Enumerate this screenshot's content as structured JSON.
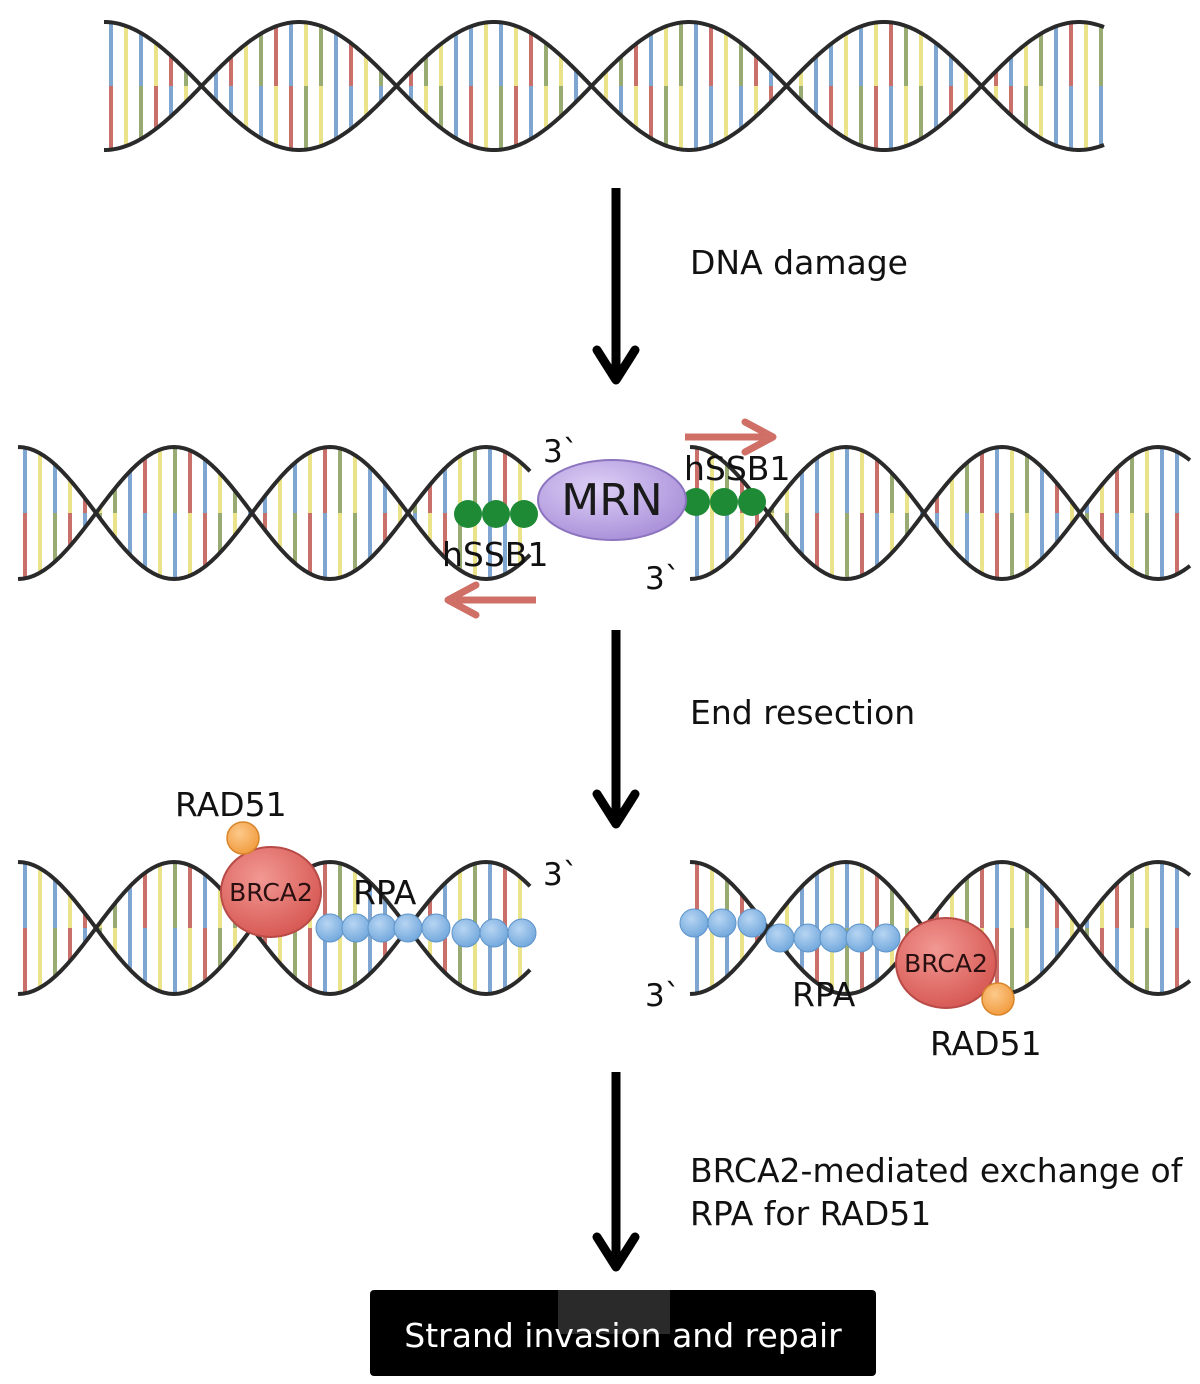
{
  "steps": {
    "step1": "DNA damage",
    "step2": "End resection",
    "step3_line1": "BRCA2-mediated exchange of",
    "step3_line2": "RPA for RAD51"
  },
  "proteins": {
    "mrn": "MRN",
    "hssb1": "hSSB1",
    "rpa": "RPA",
    "brca2": "BRCA2",
    "rad51": "RAD51"
  },
  "end_marker": "3`",
  "final_box": "Strand invasion and repair",
  "colors": {
    "base_red": "#c9706a",
    "base_blue": "#7ea6d0",
    "base_yellow": "#ebe38a",
    "base_green": "#97ab72",
    "backbone": "#2a2a2a",
    "hssb1": "#1f8a35",
    "mrn": "#b9a2e3",
    "rpa": "#8fbde8",
    "brca2": "#e06a66",
    "rad51": "#f5a64a",
    "resection_arrow": "#cf6f66"
  }
}
